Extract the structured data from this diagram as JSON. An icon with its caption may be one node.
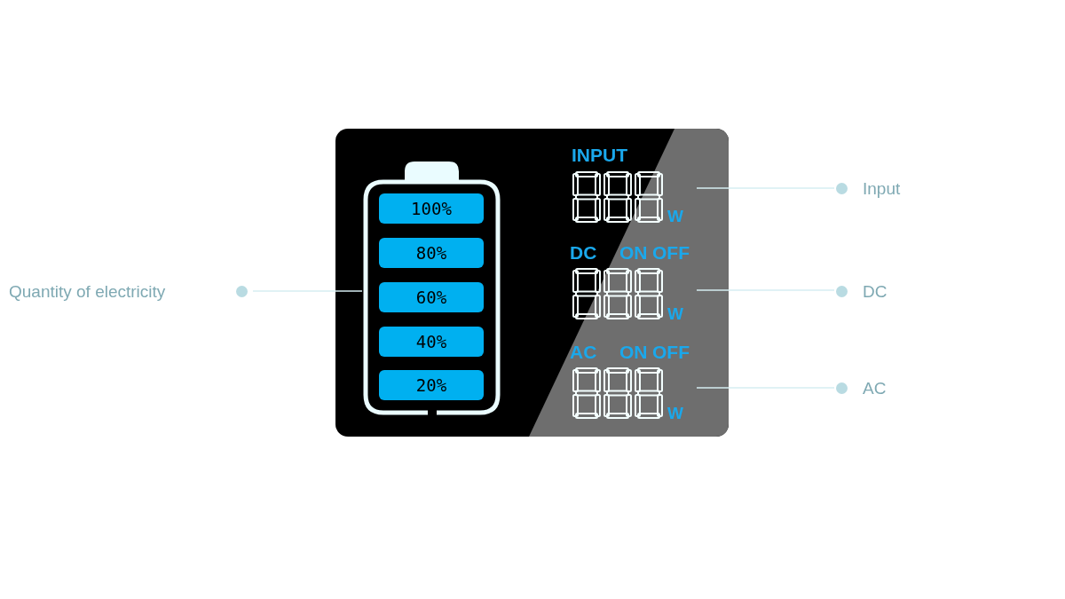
{
  "diagram": {
    "nodes": [
      {
        "text": [],
        "shape": "box"
      },
      {
        "text": [],
        "shape": "box",
        "in": 0
      },
      {
        "text": [
          "100%"
        ],
        "in": 1
      },
      {
        "text": [
          "80%"
        ],
        "in": 1
      },
      {
        "text": [
          "60%"
        ],
        "in": 1
      },
      {
        "text": [
          "40%"
        ],
        "in": 1
      },
      {
        "text": [
          "20%"
        ],
        "in": 1
      },
      {
        "text": [
          "INPUT",
          "W"
        ],
        "in": 0
      },
      {
        "text": [
          "DC",
          "ON",
          "OFF",
          "W"
        ],
        "in": 0
      },
      {
        "text": [
          "AC",
          "ON",
          "OFF",
          "W"
        ],
        "in": 0
      },
      {
        "text": [
          "Quantity of electricity"
        ]
      },
      {
        "text": [
          "Input"
        ]
      },
      {
        "text": [
          "DC"
        ]
      },
      {
        "text": [
          "AC"
        ]
      }
    ],
    "edges": [
      {
        "from": 10,
        "to": 1,
        "arrow": "none"
      },
      {
        "from": 11,
        "to": 7,
        "arrow": "none"
      },
      {
        "from": 12,
        "to": 8,
        "arrow": "none"
      },
      {
        "from": 13,
        "to": 9,
        "arrow": "none"
      }
    ]
  }
}
